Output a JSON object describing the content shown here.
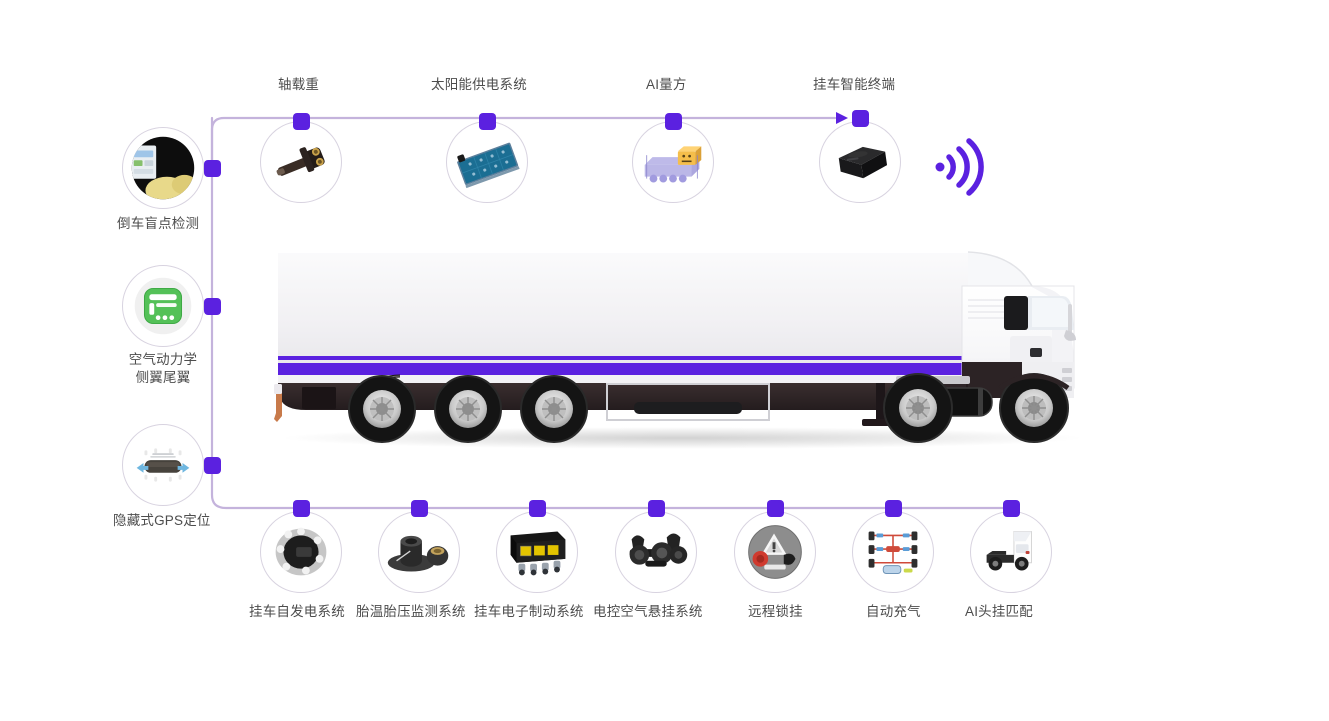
{
  "diagram": {
    "title_visible": false,
    "accent_color": "#5b21e0",
    "connector_color": "#c4b3dc",
    "circle_border_color": "#d8d3e0",
    "label_color": "#4d4d4d",
    "background": "#ffffff"
  },
  "top_nodes": [
    {
      "label": "轴载重",
      "icon": "axle-load-sensor-icon"
    },
    {
      "label": "太阳能供电系统",
      "icon": "solar-panel-icon"
    },
    {
      "label": "AI量方",
      "icon": "ai-volume-measure-icon"
    },
    {
      "label": "挂车智能终端",
      "icon": "smart-terminal-box-icon"
    }
  ],
  "left_nodes": [
    {
      "label": "倒车盲点检测",
      "label_line1": "倒车盲点检测",
      "label_line2": "",
      "icon": "blind-spot-detection-icon"
    },
    {
      "label": "空气动力学侧翼尾翼",
      "label_line1": "空气动力学",
      "label_line2": "侧翼尾翼",
      "icon": "aerodynamic-skirt-icon"
    },
    {
      "label": "隐藏式GPS定位",
      "label_line1": "隐藏式GPS定位",
      "label_line2": "",
      "icon": "hidden-gps-tracker-icon"
    }
  ],
  "bottom_nodes": [
    {
      "label": "挂车自发电系统",
      "icon": "trailer-power-generation-icon"
    },
    {
      "label": "胎温胎压监测系统",
      "icon": "tpms-sensor-icon"
    },
    {
      "label": "挂车电子制动系统",
      "icon": "ebs-brake-module-icon"
    },
    {
      "label": "电控空气悬挂系统",
      "icon": "air-suspension-axle-icon"
    },
    {
      "label": "远程锁挂",
      "icon": "remote-kingpin-lock-icon"
    },
    {
      "label": "自动充气",
      "icon": "auto-tire-inflation-icon"
    },
    {
      "label": "AI头挂匹配",
      "icon": "ai-tractor-trailer-match-icon"
    }
  ],
  "signal": {
    "icon": "wifi-signal-icon",
    "color": "#5b21e0"
  },
  "vehicle": {
    "name": "semi-trailer-truck-illustration",
    "trailer_body_color": "#f2f1f4",
    "stripe_color": "#5b21e0",
    "chassis_color": "#2e2326",
    "cab_color": "#fdfdfd",
    "wheel_count_trailer": 3,
    "wheel_count_tractor": 2
  }
}
